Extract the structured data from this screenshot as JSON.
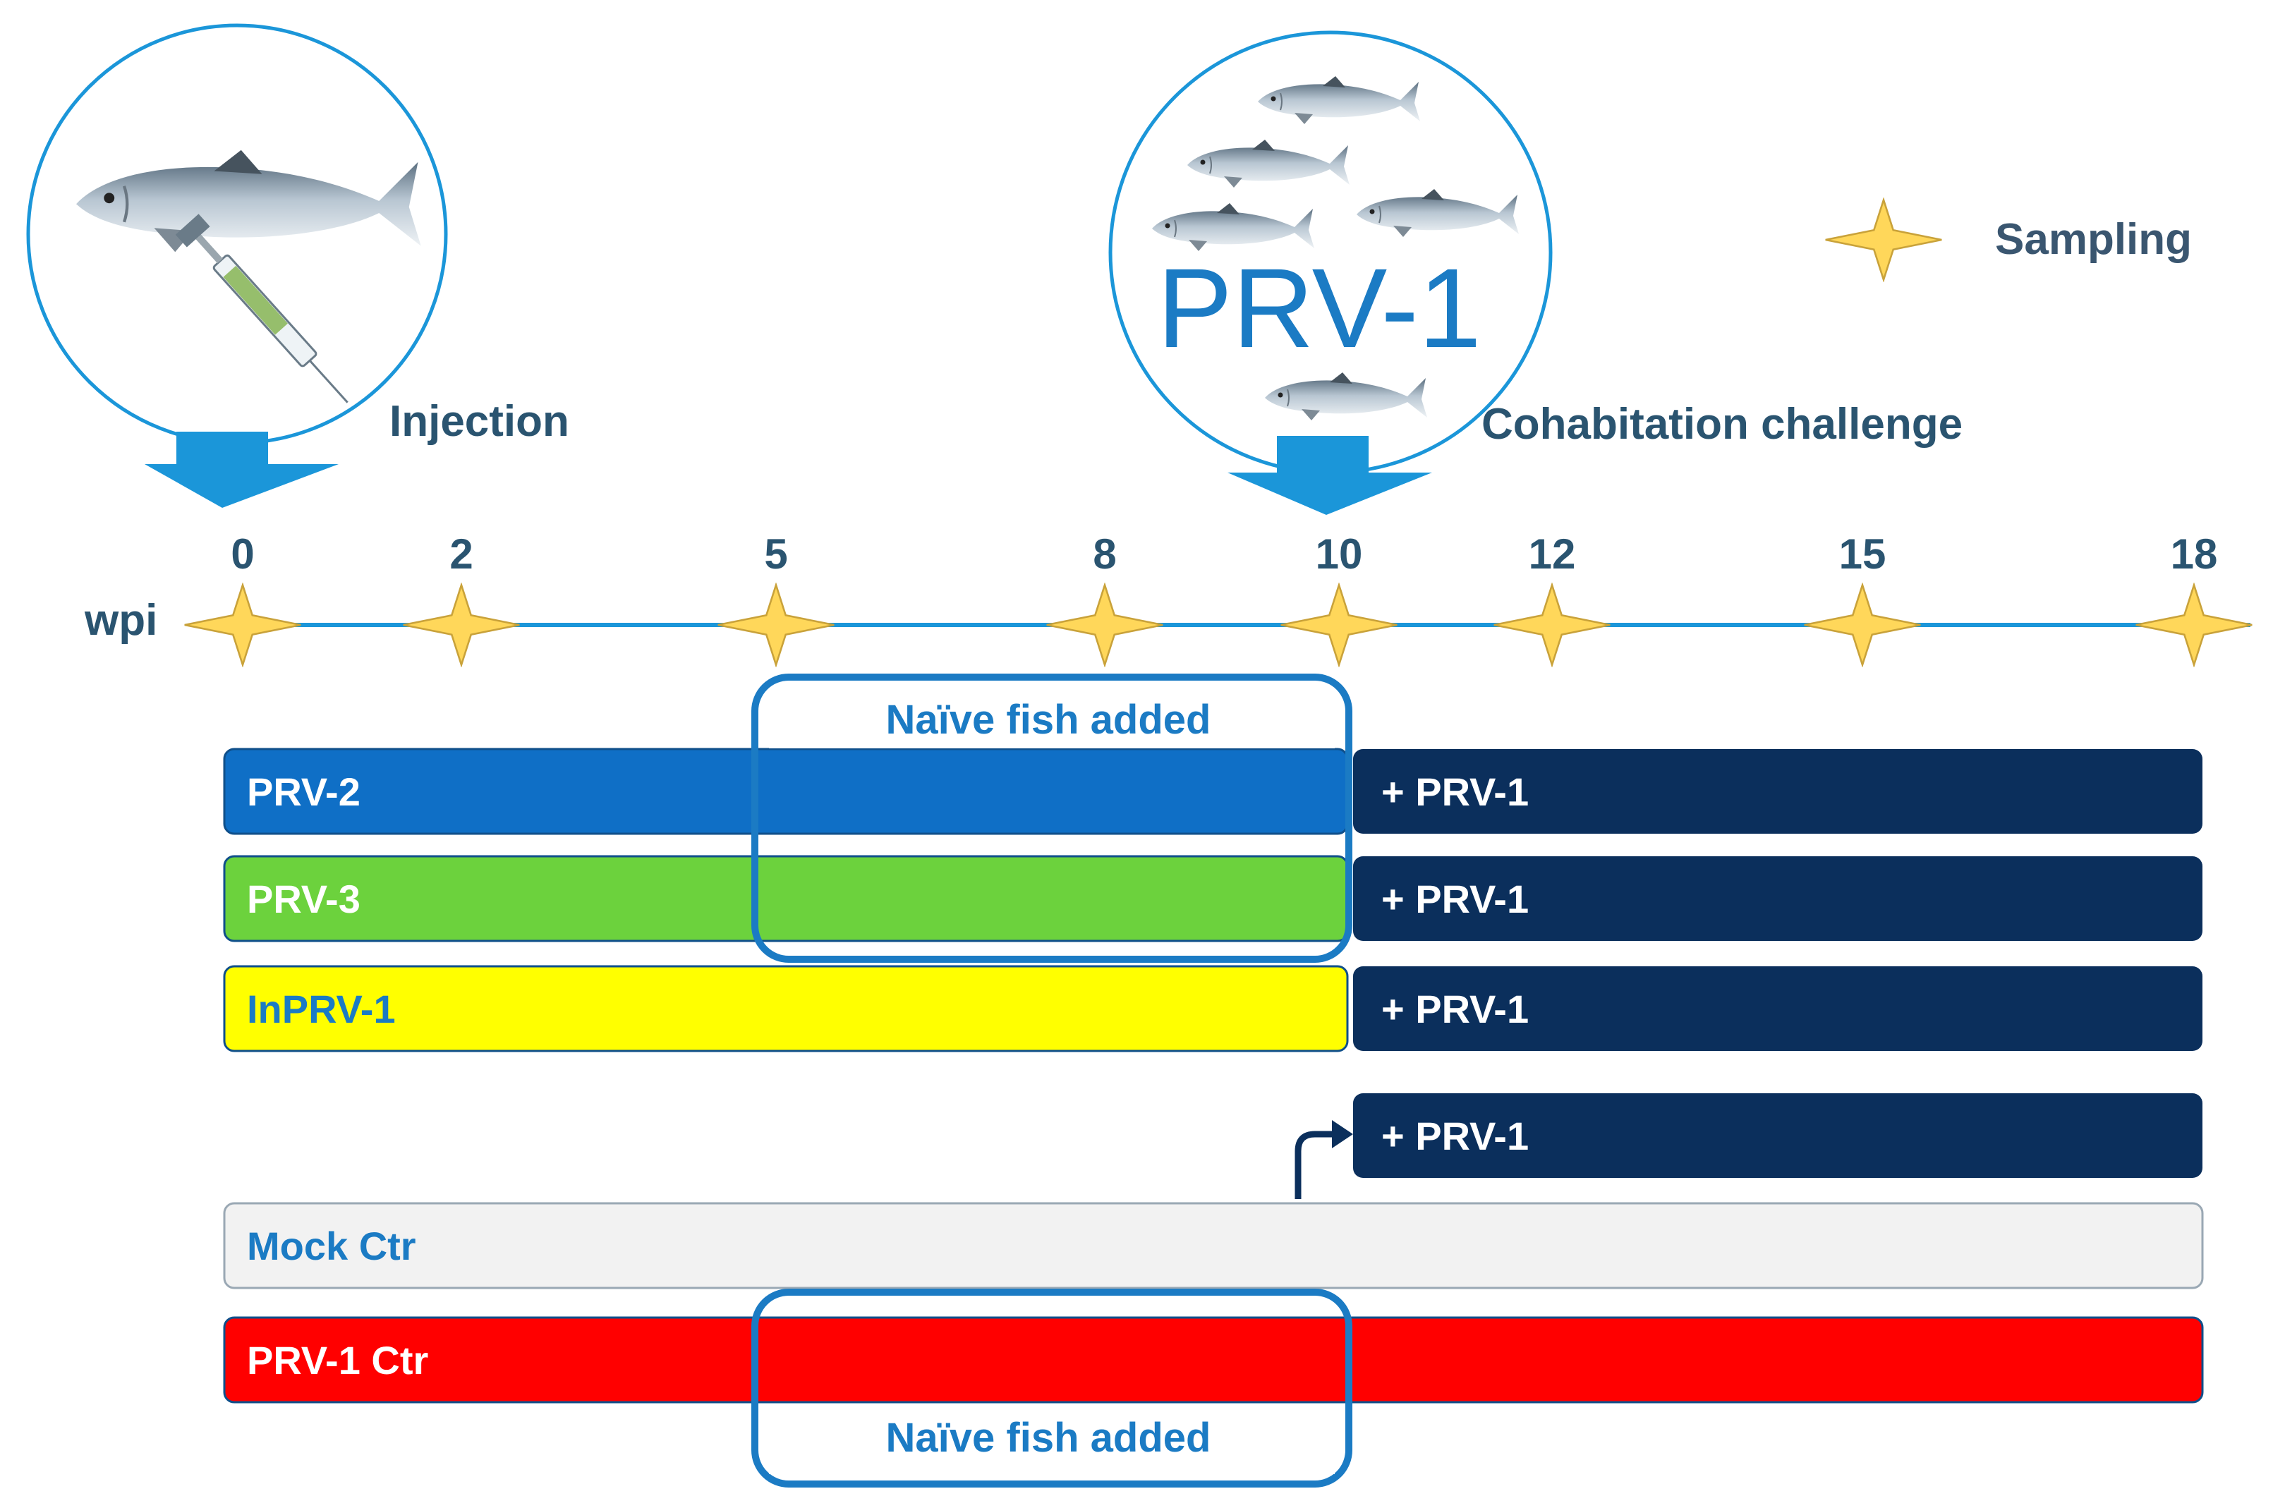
{
  "labels": {
    "injection": "Injection",
    "cohabitation": "Cohabitation challenge",
    "sampling": "Sampling",
    "virus_big": "PRV-1",
    "axis_unit": "wpi",
    "naive_top": "Naïve fish added",
    "naive_bottom": "Naïve fish added"
  },
  "timeline": {
    "ticks": [
      "0",
      "2",
      "5",
      "8",
      "10",
      "12",
      "15",
      "18"
    ]
  },
  "groups": [
    {
      "label": "PRV-2",
      "challenge_label": "+ PRV-1",
      "color": "#0f6fc6"
    },
    {
      "label": "PRV-3",
      "challenge_label": "+ PRV-1",
      "color": "#6cd23d"
    },
    {
      "label": "InPRV-1",
      "challenge_label": "+ PRV-1",
      "color": "#ffff00"
    },
    {
      "label": "",
      "challenge_label": "+ PRV-1",
      "color": "#0b2f5c"
    },
    {
      "label": "Mock Ctr",
      "challenge_label": "",
      "color": "#f2f2f2"
    },
    {
      "label": "PRV-1 Ctr",
      "challenge_label": "",
      "color": "#ff0000"
    }
  ],
  "colors": {
    "accent": "#1b96d9",
    "dark_navy": "#0b2f5c",
    "star": "#ffd75a",
    "label_blue": "#1f6fb8"
  },
  "icons": {
    "injection": "syringe-icon",
    "fish": "salmon-icon",
    "sampling": "four-point-star-icon"
  }
}
